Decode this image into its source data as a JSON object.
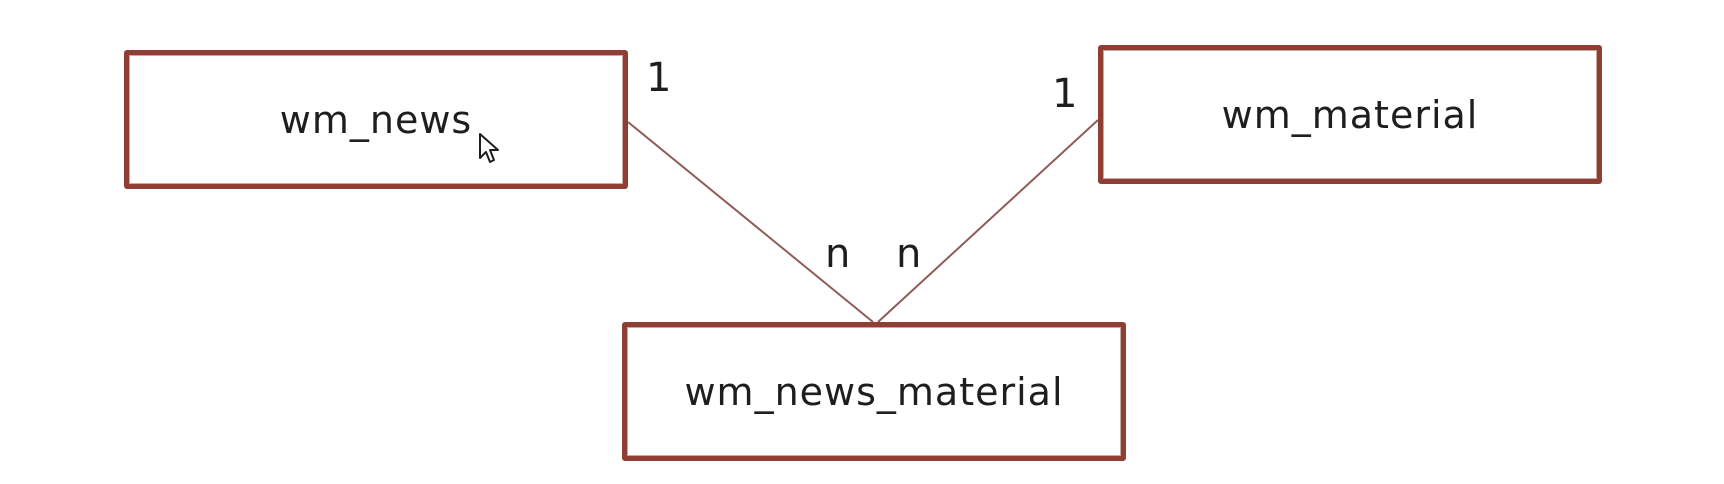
{
  "diagram": {
    "entities": {
      "news": "wm_news",
      "material": "wm_material",
      "news_material": "wm_news_material"
    },
    "relationships": [
      {
        "from": "wm_news",
        "to": "wm_news_material",
        "from_cardinality": "1",
        "to_cardinality": "n"
      },
      {
        "from": "wm_material",
        "to": "wm_news_material",
        "from_cardinality": "1",
        "to_cardinality": "n"
      }
    ],
    "cardinalities": {
      "news_one": "1",
      "material_one": "1",
      "news_many": "n",
      "material_many": "n"
    }
  },
  "colors": {
    "entity_border": "#8f3e33",
    "connector": "#8f5c57",
    "text": "#1e1e1e"
  },
  "icons": {
    "cursor": "mouse-pointer-icon"
  }
}
